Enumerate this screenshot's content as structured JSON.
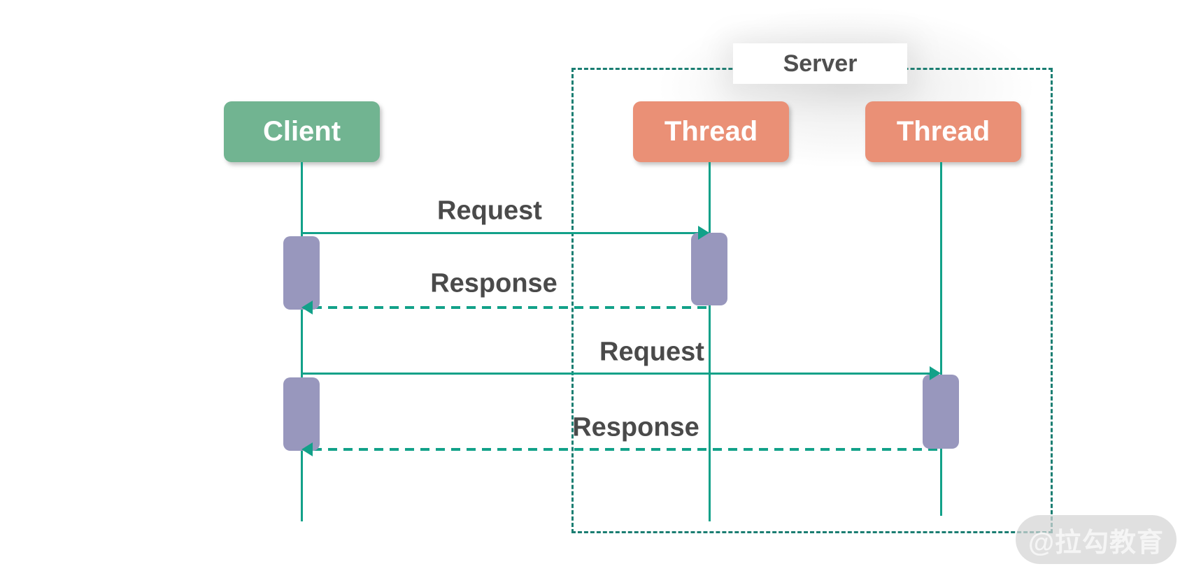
{
  "diagram": {
    "type": "sequence-diagram",
    "server_group": {
      "label": "Server",
      "members": [
        "thread-1",
        "thread-2"
      ]
    },
    "actors": [
      {
        "id": "client",
        "label": "Client"
      },
      {
        "id": "thread-1",
        "label": "Thread"
      },
      {
        "id": "thread-2",
        "label": "Thread"
      }
    ],
    "messages": [
      {
        "from": "client",
        "to": "thread-1",
        "label": "Request",
        "style": "solid"
      },
      {
        "from": "thread-1",
        "to": "client",
        "label": "Response",
        "style": "dashed"
      },
      {
        "from": "client",
        "to": "thread-2",
        "label": "Request",
        "style": "solid"
      },
      {
        "from": "thread-2",
        "to": "client",
        "label": "Response",
        "style": "dashed"
      }
    ],
    "colors": {
      "client": "#71B491",
      "thread": "#EA9076",
      "lifeline": "#12A189",
      "activation": "#9897BD",
      "server_border": "#1B7E72",
      "label_text": "#4A4A4A",
      "actor_text": "#FFFFFF",
      "watermark_bg": "#DEDEDE",
      "watermark_text": "#F5F5F5"
    }
  },
  "watermark": {
    "text": "@拉勾教育"
  }
}
